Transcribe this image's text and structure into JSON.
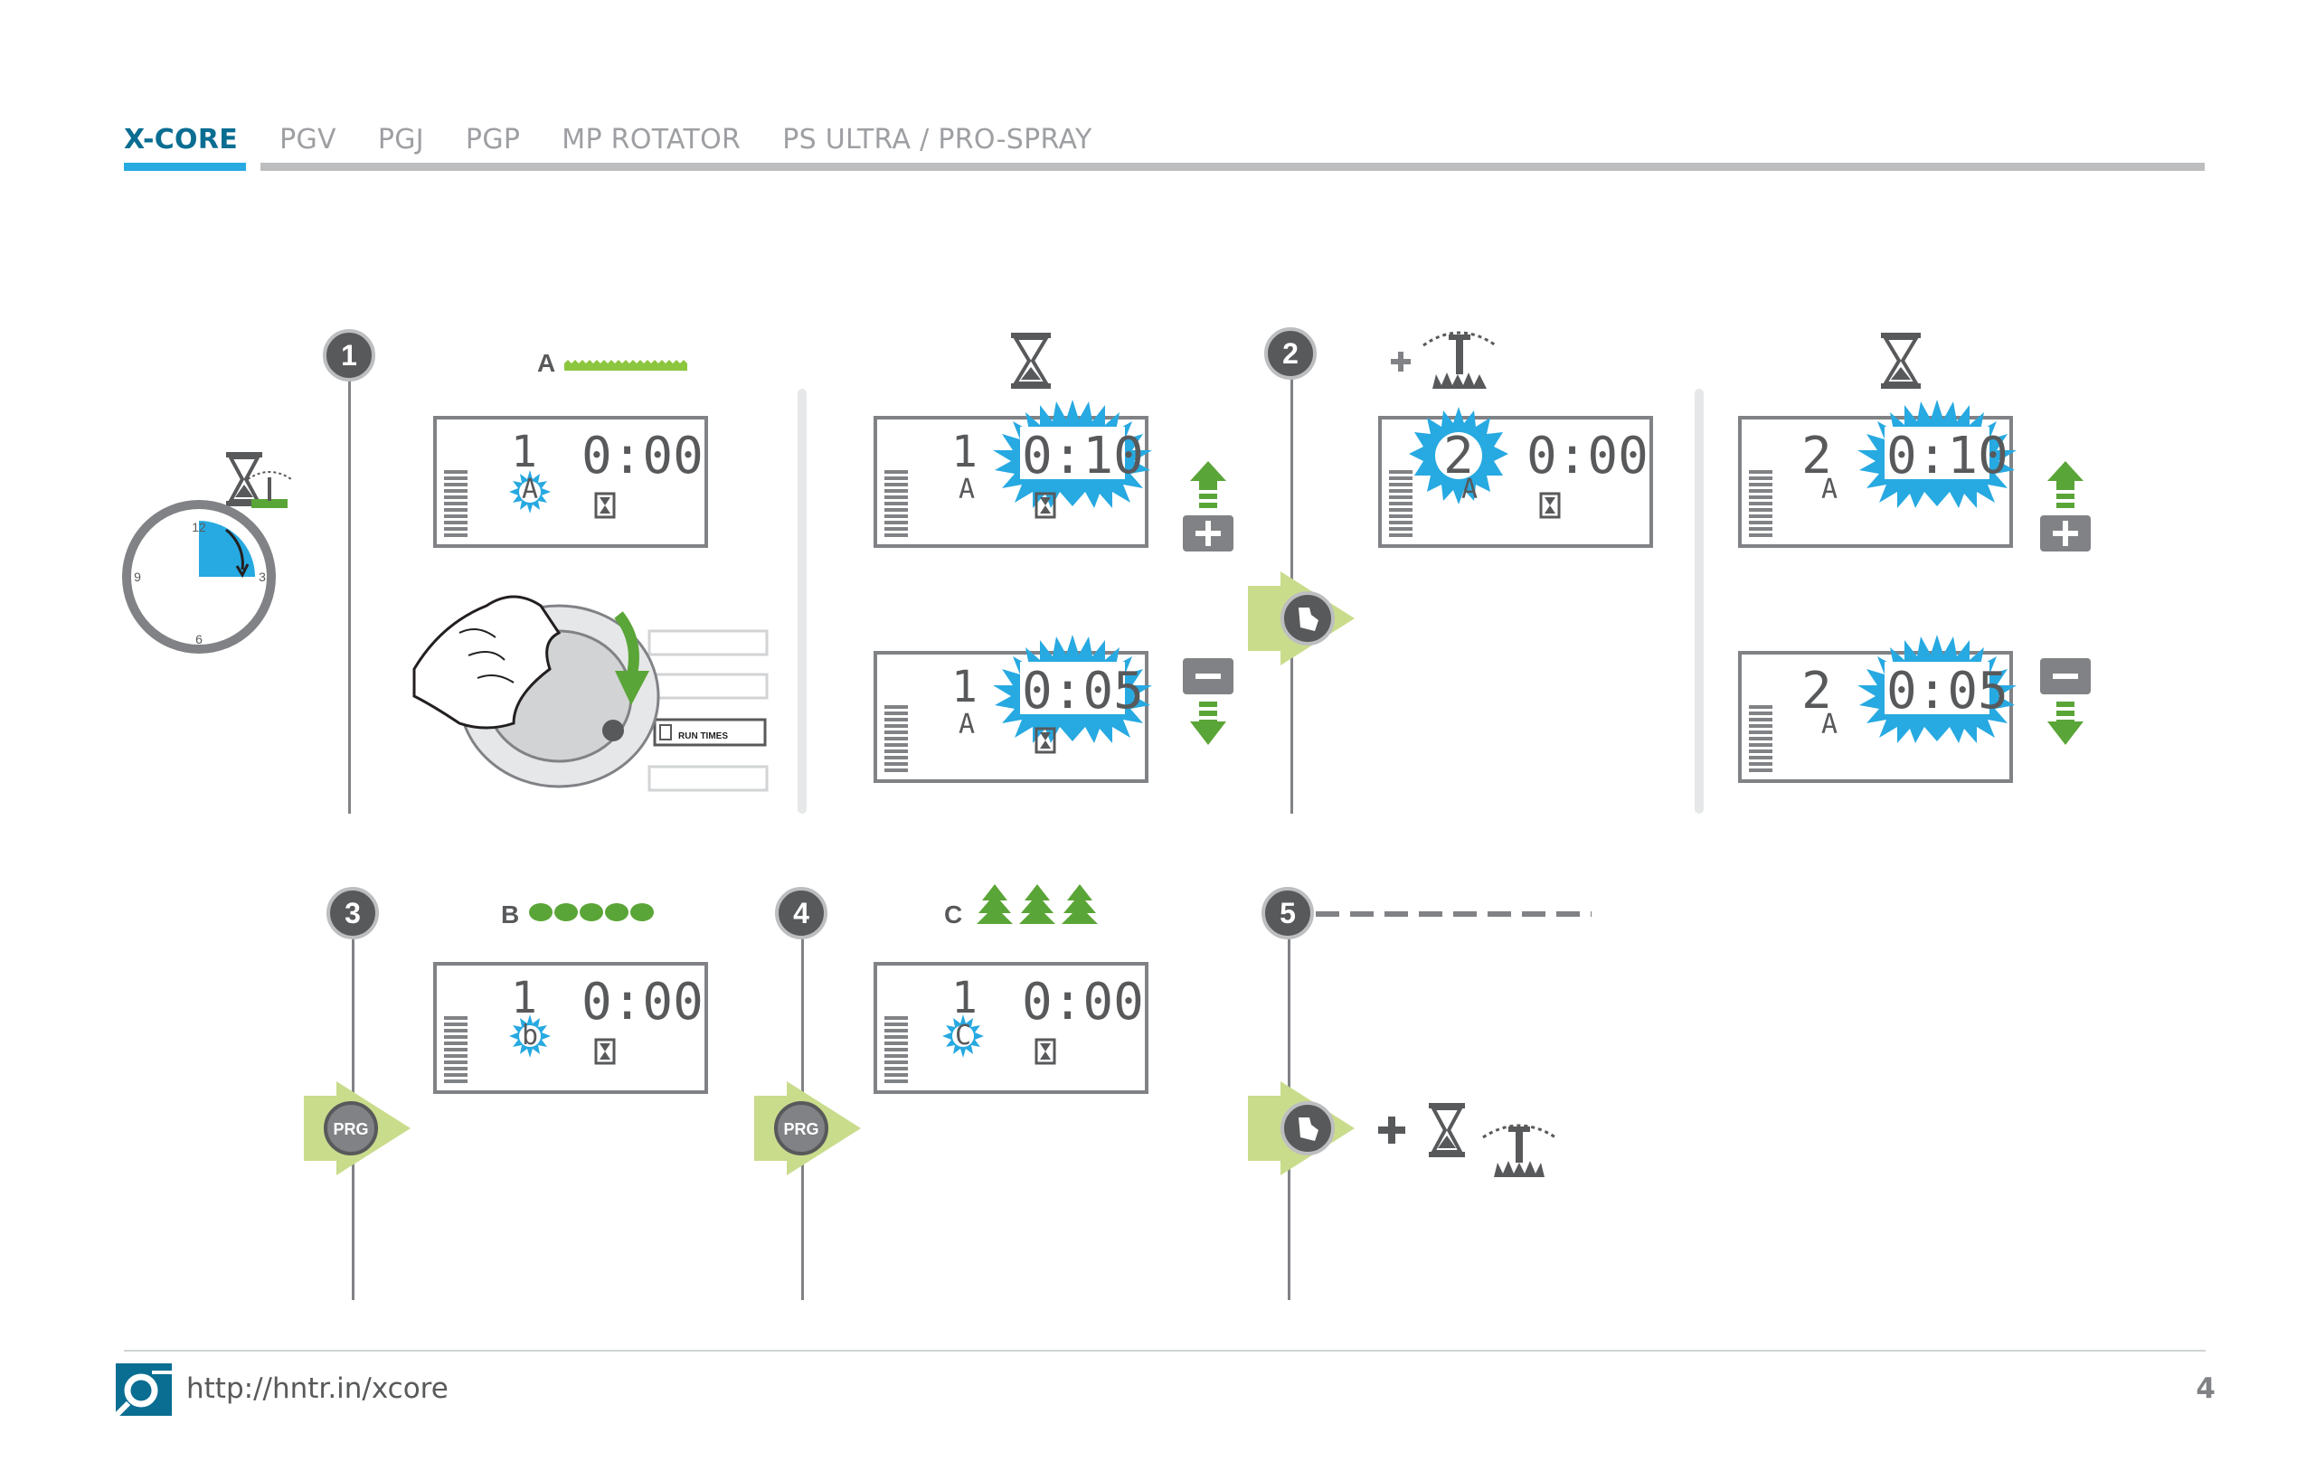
{
  "tabs": [
    {
      "label": "X-CORE",
      "active": true
    },
    {
      "label": "PGV",
      "active": false
    },
    {
      "label": "PGJ",
      "active": false
    },
    {
      "label": "PGP",
      "active": false
    },
    {
      "label": "MP ROTATOR",
      "active": false
    },
    {
      "label": "PS ULTRA / PRO-SPRAY",
      "active": false
    }
  ],
  "clock": {
    "labels": [
      "12",
      "3",
      "6",
      "9"
    ]
  },
  "steps": [
    "1",
    "2",
    "3",
    "4",
    "5"
  ],
  "program_labels": {
    "a": "A",
    "b": "B",
    "c": "C"
  },
  "dial_label": "RUN TIMES",
  "lcds": {
    "s1": {
      "station": "1",
      "time": "0:00",
      "program": "A",
      "flash": "program"
    },
    "s1u": {
      "station": "1",
      "time": "0:10",
      "program": "A",
      "flash": "time"
    },
    "s1d": {
      "station": "1",
      "time": "0:05",
      "program": "A",
      "flash": "time"
    },
    "s2": {
      "station": "2",
      "time": "0:00",
      "program": "A",
      "flash": "station"
    },
    "s2u": {
      "station": "2",
      "time": "0:10",
      "program": "A",
      "flash": "time"
    },
    "s2d": {
      "station": "2",
      "time": "0:05",
      "program": "A",
      "flash": "time"
    },
    "s3": {
      "station": "1",
      "time": "0:00",
      "program": "b",
      "flash": "program"
    },
    "s4": {
      "station": "1",
      "time": "0:00",
      "program": "C",
      "flash": "program"
    }
  },
  "buttons": {
    "plus": "+",
    "minus": "−",
    "prg": "PRG"
  },
  "footer": {
    "url": "http://hntr.in/xcore",
    "page": "4"
  },
  "colors": {
    "accent": "#27a9e1",
    "brand": "#0a6d92",
    "green": "#5aa537",
    "arrow_bg": "#c9dc8c",
    "gray": "#808285"
  }
}
